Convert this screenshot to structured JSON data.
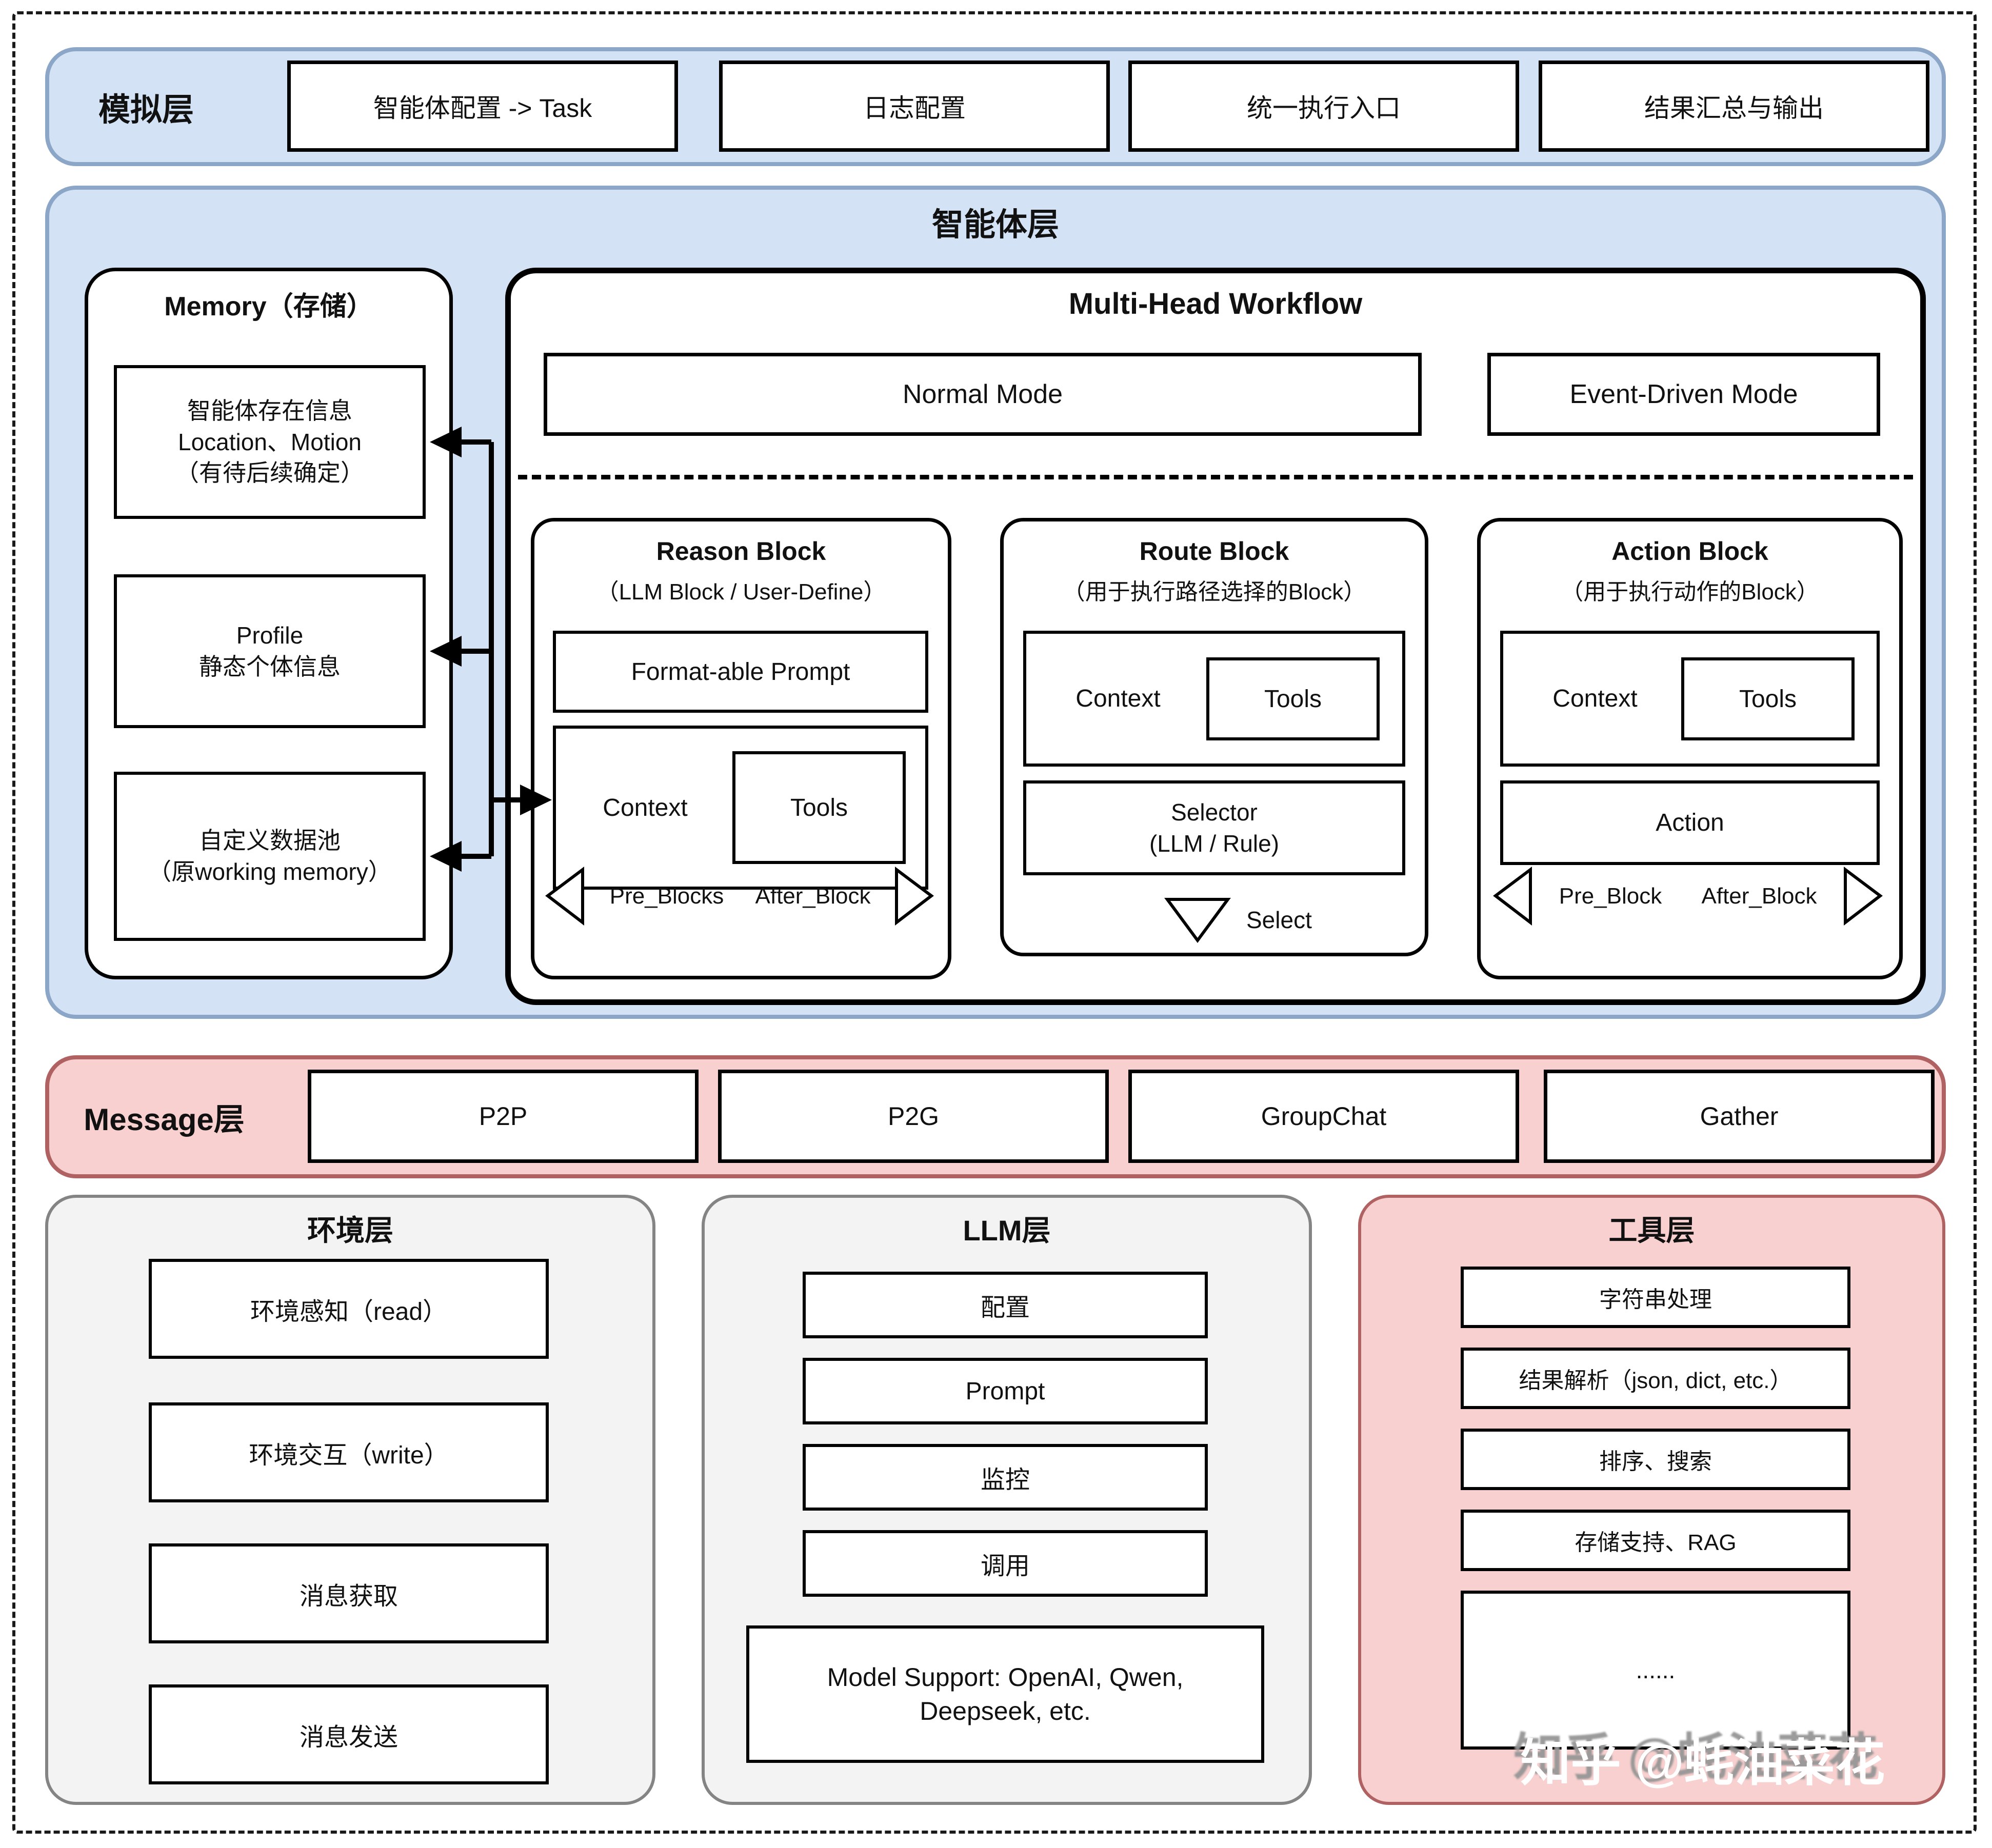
{
  "colors": {
    "blue_fill": "#d3e2f5",
    "blue_border": "#8ba6c6",
    "pink_fill": "#f7d0cf",
    "pink_border": "#b06262",
    "gray_fill": "#f3f3f3",
    "gray_border": "#848484",
    "box_border": "#000000"
  },
  "simulation_layer": {
    "label": "模拟层",
    "items": [
      "智能体配置 -> Task",
      "日志配置",
      "统一执行入口",
      "结果汇总与输出"
    ]
  },
  "agent_layer": {
    "title": "智能体层",
    "memory": {
      "title": "Memory（存储）",
      "items": [
        "智能体存在信息\nLocation、Motion\n（有待后续确定）",
        "Profile\n静态个体信息",
        "自定义数据池\n（原working memory）"
      ]
    },
    "workflow": {
      "title": "Multi-Head Workflow",
      "modes": [
        {
          "label": "Normal Mode"
        },
        {
          "label": "Event-Driven Mode"
        }
      ],
      "reason": {
        "title": "Reason Block",
        "subtitle": "（LLM Block / User-Define）",
        "prompt": "Format-able Prompt",
        "context": "Context",
        "tools": "Tools",
        "pre": "Pre_Blocks",
        "after": "After_Block"
      },
      "route": {
        "title": "Route Block",
        "subtitle": "（用于执行路径选择的Block）",
        "context": "Context",
        "tools": "Tools",
        "selector": "Selector\n(LLM / Rule)",
        "select": "Select"
      },
      "action": {
        "title": "Action Block",
        "subtitle": "（用于执行动作的Block）",
        "context": "Context",
        "tools": "Tools",
        "action": "Action",
        "pre": "Pre_Block",
        "after": "After_Block"
      }
    }
  },
  "message_layer": {
    "label": "Message层",
    "items": [
      "P2P",
      "P2G",
      "GroupChat",
      "Gather"
    ]
  },
  "environment_layer": {
    "title": "环境层",
    "items": [
      "环境感知（read）",
      "环境交互（write）",
      "消息获取",
      "消息发送"
    ]
  },
  "llm_layer": {
    "title": "LLM层",
    "items": [
      "配置",
      "Prompt",
      "监控",
      "调用"
    ],
    "model_support": "Model Support: OpenAI, Qwen,\nDeepseek, etc."
  },
  "tool_layer": {
    "title": "工具层",
    "items": [
      "字符串处理",
      "结果解析（json, dict, etc.）",
      "排序、搜索",
      "存储支持、RAG",
      "......"
    ]
  },
  "watermark": "知乎 @蚝油菜花"
}
